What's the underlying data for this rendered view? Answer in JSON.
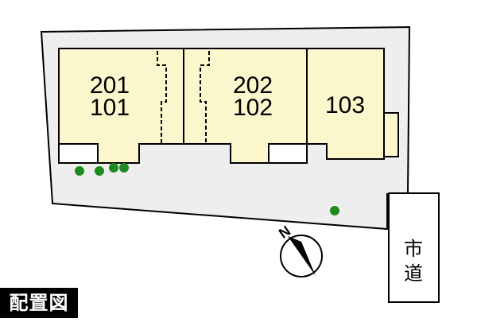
{
  "map": {
    "units": [
      {
        "upper": "201",
        "lower": "101"
      },
      {
        "upper": "202",
        "lower": "102"
      },
      {
        "upper": "103",
        "lower": ""
      }
    ],
    "road_label": {
      "line1": "市",
      "line2": "道"
    },
    "compass_letter": "N",
    "legend": "配置図",
    "colors": {
      "building": "#fcf6cd",
      "lot": "#eeeeee",
      "tree": "#1f8a1f",
      "outline": "#000000"
    },
    "icons": {
      "tree": "green-circle",
      "compass": "north-arrow-icon"
    }
  }
}
